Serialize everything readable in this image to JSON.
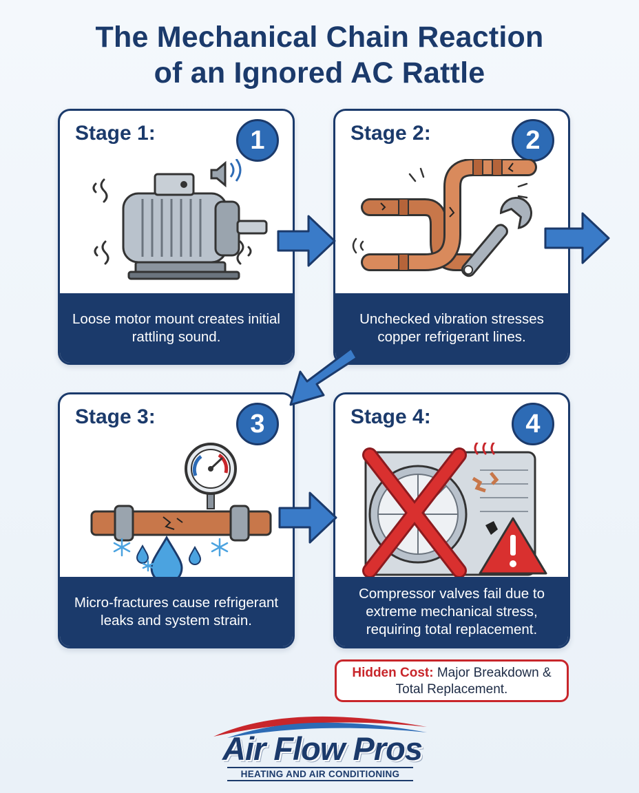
{
  "title": {
    "line1": "The Mechanical Chain Reaction",
    "line2": "of an Ignored AC Rattle"
  },
  "stages": [
    {
      "label": "Stage 1:",
      "number": "1",
      "caption": "Loose motor mount creates initial rattling sound."
    },
    {
      "label": "Stage 2:",
      "number": "2",
      "caption": "Unchecked vibration stresses copper refrigerant lines."
    },
    {
      "label": "Stage 3:",
      "number": "3",
      "caption": "Micro-fractures cause refrigerant leaks and system strain."
    },
    {
      "label": "Stage 4:",
      "number": "4",
      "caption": "Compressor valves fail due to extreme mechanical stress, requiring total replacement."
    }
  ],
  "hidden_cost": {
    "key": "Hidden Cost:",
    "text": "Major Breakdown & Total Replacement."
  },
  "logo": {
    "brand": "Air Flow Pros",
    "tagline": "HEATING AND AIR CONDITIONING"
  },
  "colors": {
    "navy": "#1b3a6b",
    "accent_blue": "#2d6bb5",
    "copper": "#c8774a",
    "alert_red": "#c8262b"
  },
  "icons": [
    "motor-icon",
    "speaker-icon",
    "copper-pipe-icon",
    "wrench-icon",
    "pressure-gauge-icon",
    "water-drop-icon",
    "snowflake-icon",
    "ac-unit-icon",
    "red-x-icon",
    "warning-triangle-icon",
    "smoke-icon",
    "arrow-right-icon",
    "arrow-diagonal-icon"
  ]
}
